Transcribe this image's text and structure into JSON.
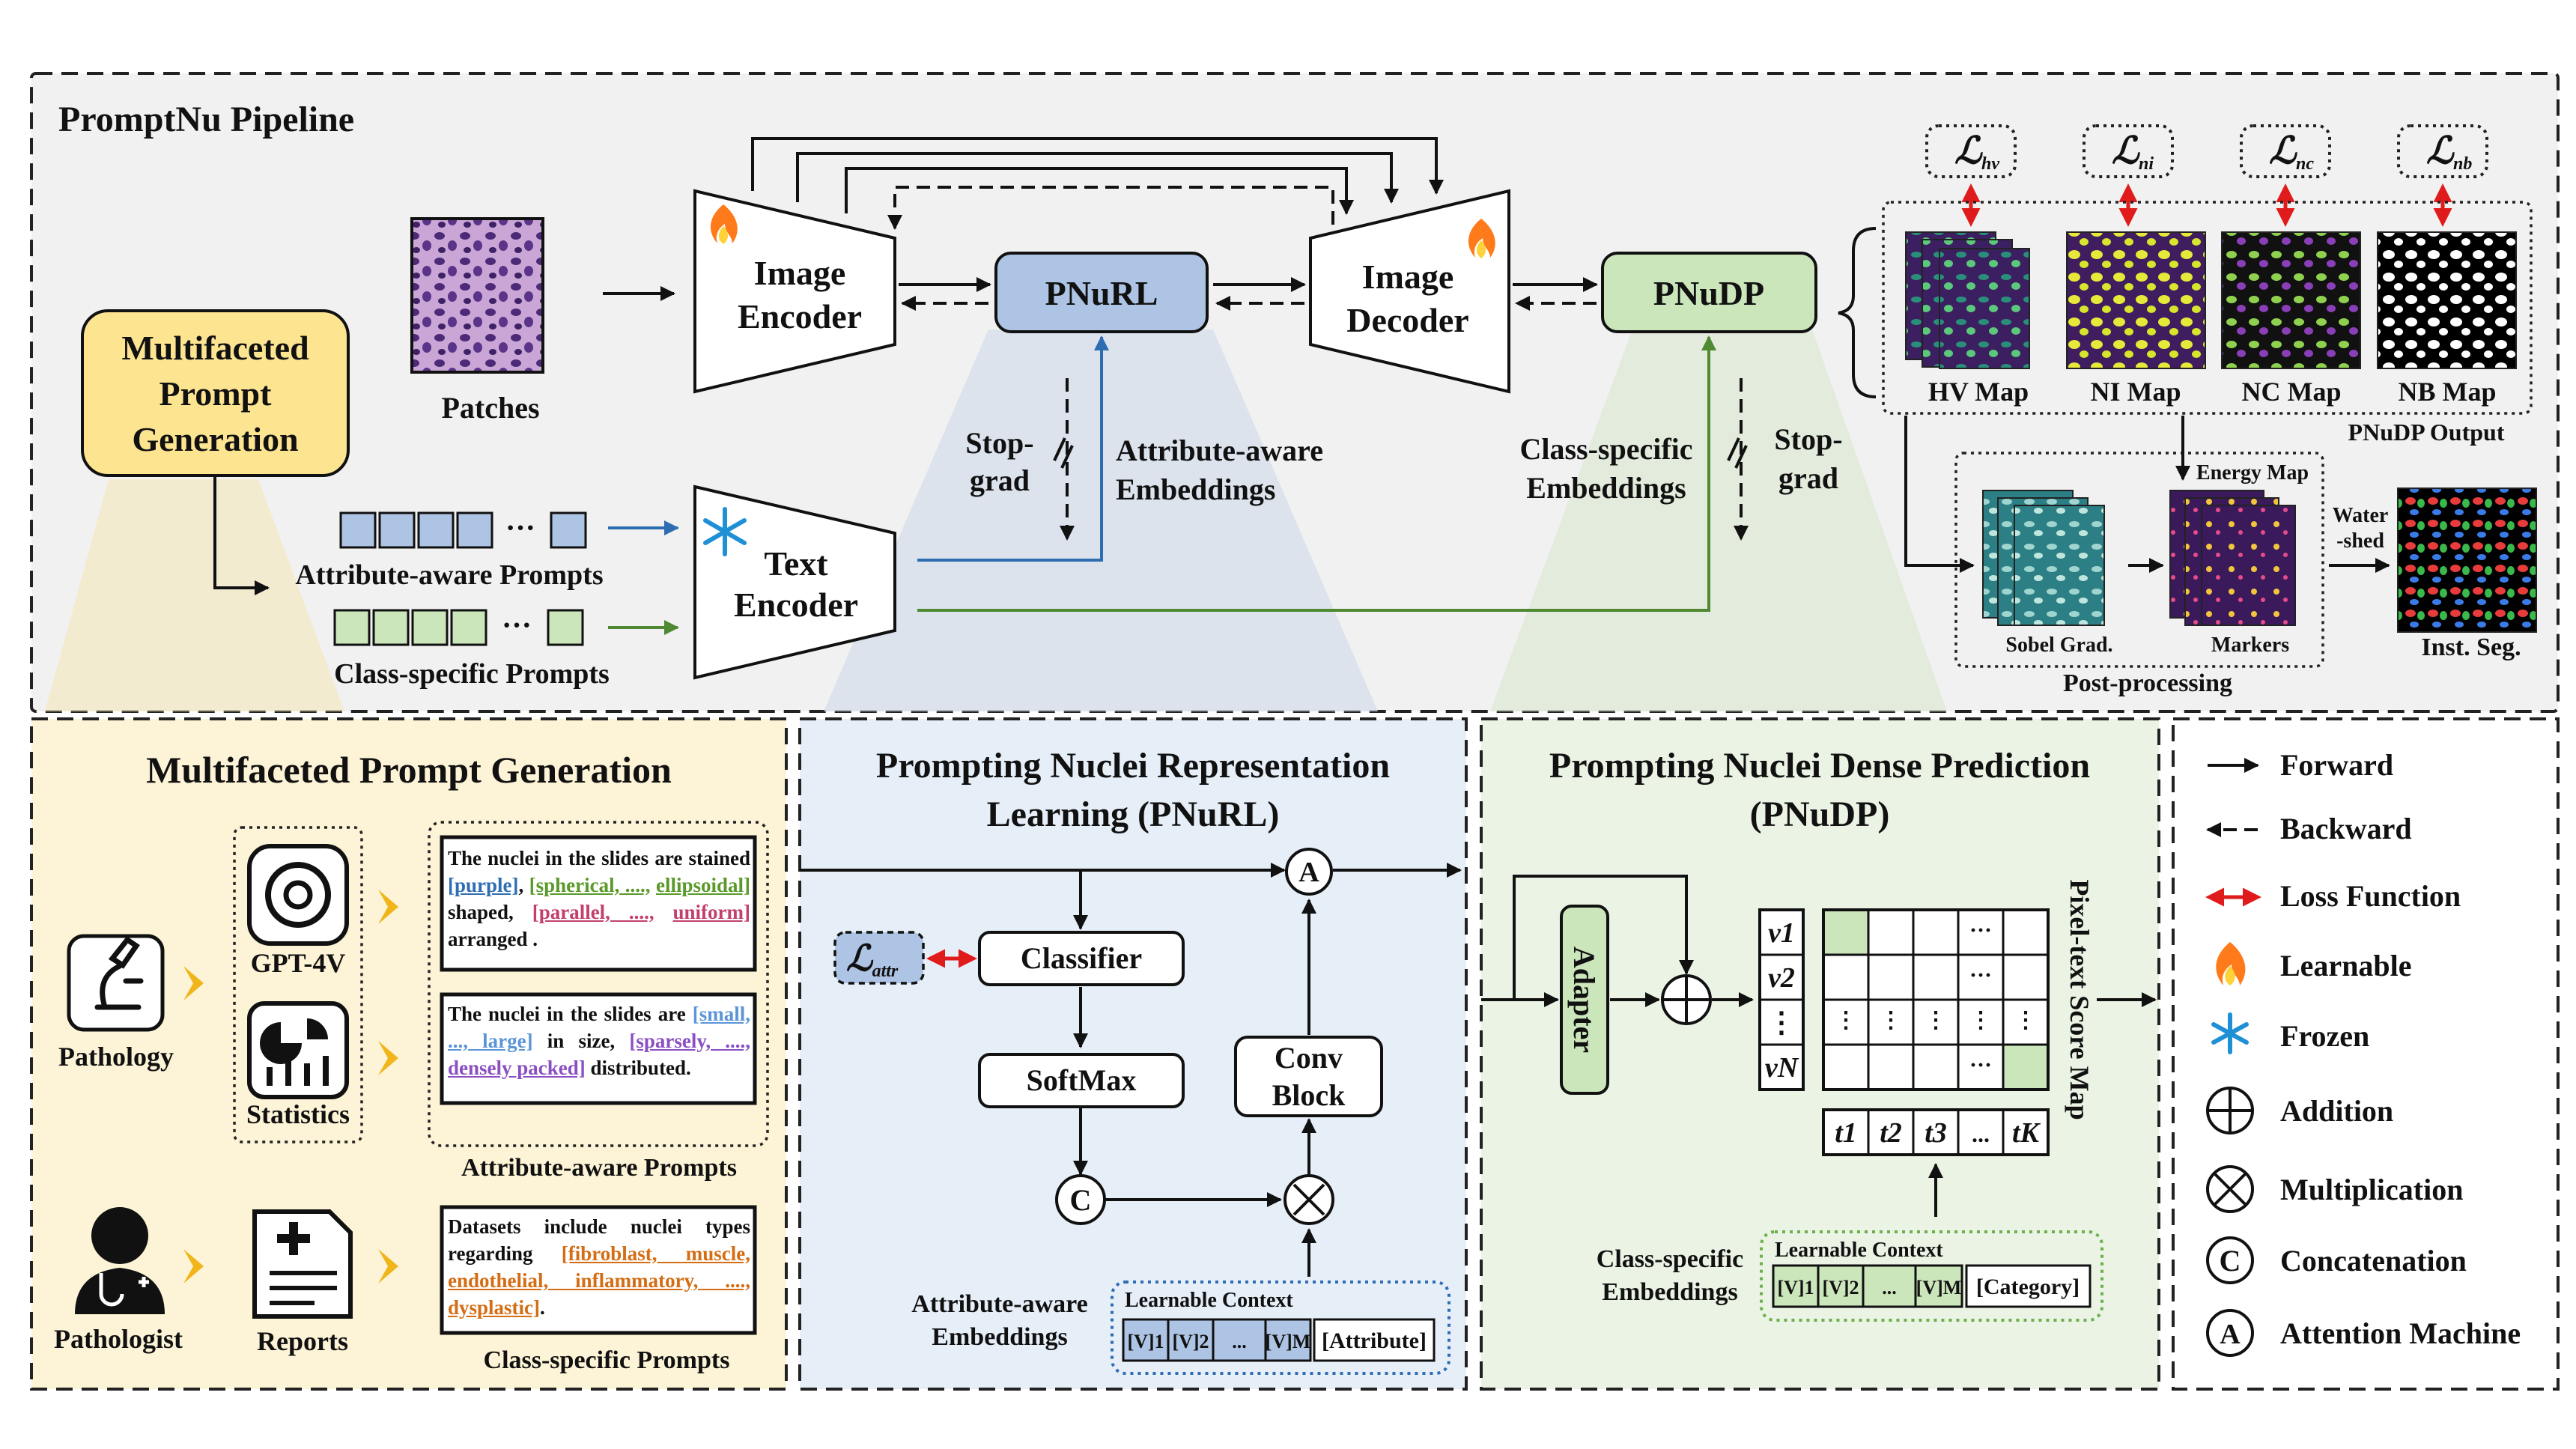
{
  "pipeline": {
    "title": "PromptNu Pipeline",
    "multifaceted_box": "Multifaceted Prompt Generation",
    "patches": "Patches",
    "image_encoder": "Image Encoder",
    "image_decoder": "Image Decoder",
    "pnurl": "PNuRL",
    "pnudp": "PNuDP",
    "text_encoder": "Text Encoder",
    "attr_prompts": "Attribute-aware Prompts",
    "class_prompts": "Class-specific Prompts",
    "stop_grad": "Stop-grad",
    "attr_embeddings": "Attribute-aware Embeddings",
    "class_embeddings": "Class-specific Embeddings",
    "losses": [
      {
        "symbol": "ℒ",
        "sub": "hv"
      },
      {
        "symbol": "ℒ",
        "sub": "ni"
      },
      {
        "symbol": "ℒ",
        "sub": "nc"
      },
      {
        "symbol": "ℒ",
        "sub": "nb"
      }
    ],
    "maps": [
      "HV Map",
      "NI Map",
      "NC Map",
      "NB Map"
    ],
    "pnudp_output": "PNuDP Output",
    "energy_map": "Energy Map",
    "sobel": "Sobel Grad.",
    "markers": "Markers",
    "watershed": "Water-shed",
    "inst_seg": "Inst. Seg.",
    "post_processing": "Post-processing"
  },
  "mpg": {
    "title": "Multifaceted Prompt Generation",
    "pathology": "Pathology",
    "gpt": "GPT-4V",
    "statistics": "Statistics",
    "pathologist": "Pathologist",
    "reports": "Reports",
    "attr_label": "Attribute-aware Prompts",
    "class_label": "Class-specific Prompts",
    "text1": {
      "a": "The nuclei in the slides are",
      "b": "stained",
      "purple": "[purple]",
      "spherical": "[spherical, ....,",
      "ellipsoidal": "ellipsoidal]",
      "shaped": "shaped,",
      "parallel": "[parallel, ....,",
      "uniform": "uniform]",
      "arranged": "arranged ."
    },
    "text2": {
      "a": "The nuclei in the slides are",
      "small": "[small, ..., large]",
      "insize": "in size,",
      "sparsely": "[sparsely, ...., densely packed]",
      "distributed": "distributed."
    },
    "text3": {
      "a": "Datasets include nuclei types",
      "regarding": "regarding",
      "fibro": "[fibroblast, muscle,",
      "endo": "endothelial, inflammatory, ....,",
      "dys": "dysplastic]",
      "end": "."
    }
  },
  "pnurl_panel": {
    "title1": "Prompting Nuclei Representation",
    "title2": "Learning (PNuRL)",
    "loss_symbol": "ℒ",
    "loss_sub": "attr",
    "classifier": "Classifier",
    "softmax": "SoftMax",
    "conv_block": "Conv Block",
    "concat_symbol": "C",
    "attention_symbol": "A",
    "embeddings_label": "Attribute-aware Embeddings",
    "learnable_context": "Learnable Context",
    "context_tokens": [
      "[V]1",
      "[V]2",
      "...",
      "[V]M"
    ],
    "attribute_token": "[Attribute]"
  },
  "pnudp_panel": {
    "title1": "Prompting Nuclei Dense Prediction",
    "title2": "(PNuDP)",
    "adapter": "Adapter",
    "v_labels": [
      "v1",
      "v2",
      "⋮",
      "vN"
    ],
    "t_labels": [
      "t1",
      "t2",
      "t3",
      "...",
      "tK"
    ],
    "score_map_label": "Pixel-text Score Map",
    "embeddings_label": "Class-specific Embeddings",
    "learnable_context": "Learnable Context",
    "context_tokens": [
      "[V]1",
      "[V]2",
      "...",
      "[V]M"
    ],
    "category_token": "[Category]"
  },
  "legend": {
    "forward": "Forward",
    "backward": "Backward",
    "loss": "Loss Function",
    "learnable": "Learnable",
    "frozen": "Frozen",
    "addition": "Addition",
    "multiplication": "Multiplication",
    "concatenation": "Concatenation",
    "attention": "Attention Machine"
  },
  "colors": {
    "panel_bg": "#f1f1f1",
    "mpg_bg": "#fdf3d6",
    "pnurl_bg": "#e6eef8",
    "pnudp_bg": "#eaf3e4",
    "blue_box": "#aec4e4",
    "green_box": "#cce6bc",
    "yellow_box": "#fde491",
    "forward_blue": "#2f6db3",
    "forward_green": "#4f8a33",
    "loss_red": "#e01b1b"
  }
}
